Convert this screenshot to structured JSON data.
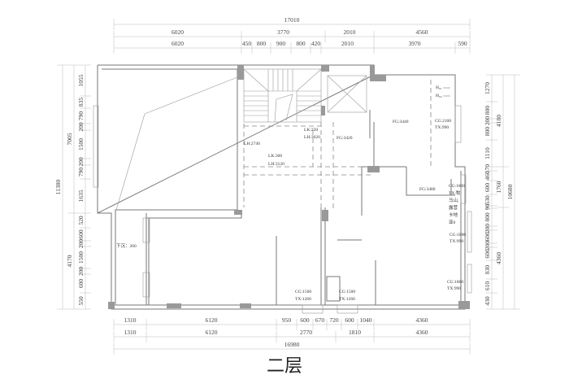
{
  "title": "二层",
  "dimensions": {
    "top_total": "17010",
    "top_row1": [
      "6020",
      "3770",
      "2010",
      "4560"
    ],
    "top_row2": [
      "6020",
      "450",
      "800",
      "900",
      "800",
      "420",
      "2010",
      "3970",
      "590"
    ],
    "bottom_row1": [
      "1310",
      "6120",
      "950",
      "600",
      "670",
      "720",
      "600",
      "1040",
      "4360"
    ],
    "bottom_row2": [
      "1310",
      "6120",
      "2770",
      "1810",
      "4360"
    ],
    "bottom_total": "16980",
    "left_detail": [
      "1055",
      "835",
      "790",
      "200",
      "1500",
      "200",
      "790",
      "1635",
      "520",
      "600",
      "200",
      "1500",
      "200",
      "600",
      "550"
    ],
    "left_mid": [
      "7005",
      "4170"
    ],
    "left_total": "11380",
    "right_detail": [
      "1270",
      "800",
      "200",
      "800",
      "1110",
      "170",
      "460",
      "600",
      "530",
      "90",
      "800",
      "200",
      "600",
      "200",
      "600",
      "830",
      "610",
      "430"
    ],
    "right_mid": [
      "4180",
      "1760",
      "4360"
    ],
    "right_total": "10680"
  },
  "labels": {
    "lk220": "LK:220",
    "lh3020": "LH:3020",
    "fg3420": "FG:3420",
    "fg3440": "FG:3440",
    "lh2740": "LH:2740",
    "lk300": "LK:300",
    "lh3120": "LH:3120",
    "h1": "H₀₁ ₌₌₌",
    "h2": "H₀₂ ₌₌₌",
    "cg2100": "CG:2100",
    "tx990a": "TX:990",
    "fg3480": "FG:3480",
    "cg1800a": "CG:1800",
    "tx_mu": [
      "TX:牧",
      "马山,",
      "露营",
      "卡地",
      "亚0"
    ],
    "cg1800b": "CG:1800",
    "tx990b": "TX:990",
    "cg1800c": "CG:1800",
    "tx990c": "TX:990",
    "sunken": "下沉：260",
    "cg1500a": "CG:1500",
    "tx1260a": "TX:1260",
    "cg1500b": "CG:1500",
    "tx1260b": "TX:1260"
  }
}
